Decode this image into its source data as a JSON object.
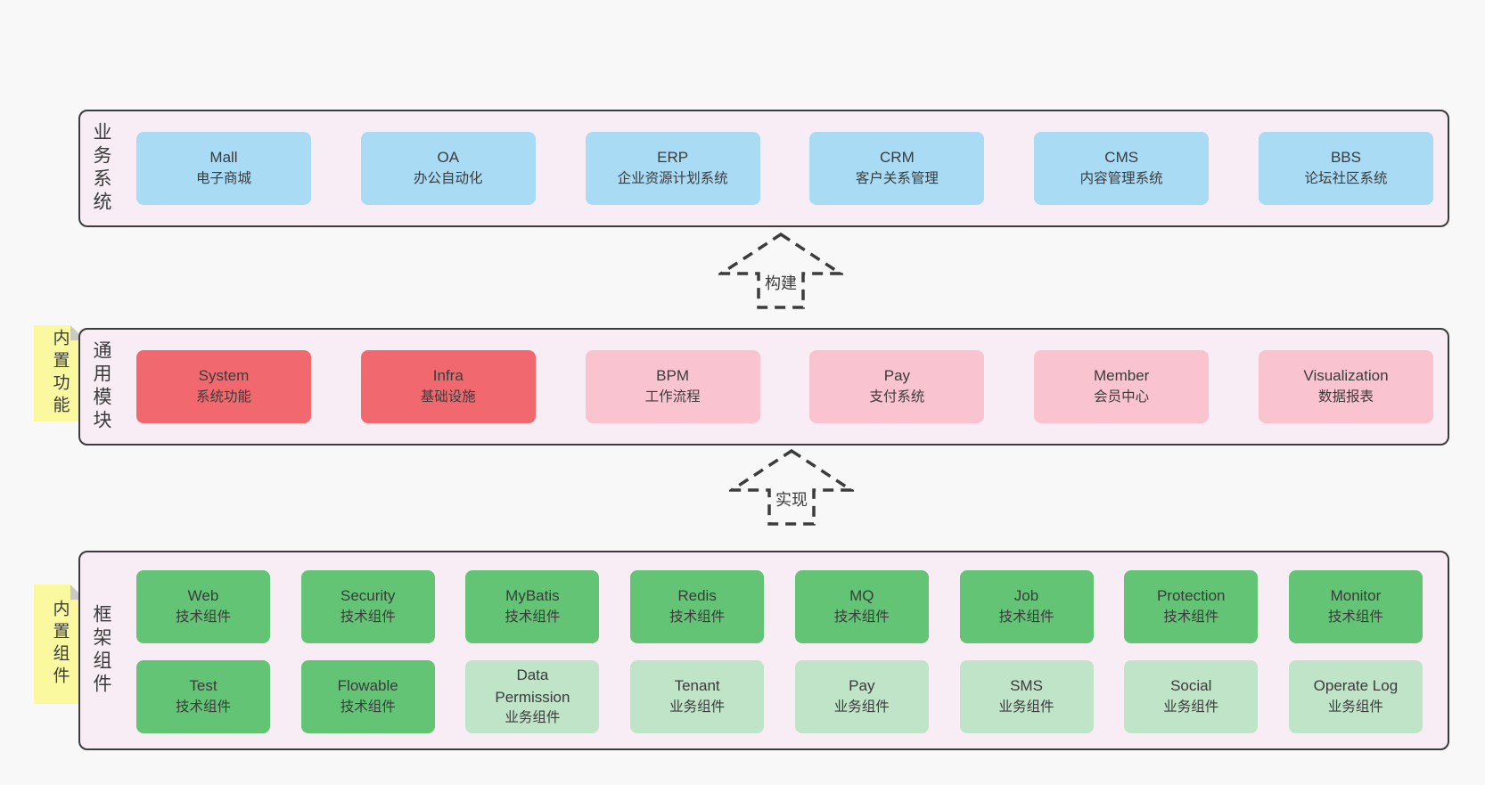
{
  "colors": {
    "page_bg": "#f8f8f8",
    "band_bg": "#f8edf5",
    "band_border": "#3c3c3c",
    "text": "#3b3b3b",
    "blue": "#a9dbf5",
    "red": "#f1696e",
    "pink": "#f9c4cf",
    "green": "#63c476",
    "green_light": "#bfe4c7",
    "note_yellow": "#fbf9a0",
    "note_fold": "#c9c9c9"
  },
  "arrows": [
    {
      "label": "构建"
    },
    {
      "label": "实现"
    }
  ],
  "bands": [
    {
      "label": "业务系统",
      "rows": [
        [
          {
            "lines": [
              "Mall",
              "电子商城"
            ],
            "type": "blue"
          },
          {
            "lines": [
              "OA",
              "办公自动化"
            ],
            "type": "blue"
          },
          {
            "lines": [
              "ERP",
              "企业资源计划系统"
            ],
            "type": "blue"
          },
          {
            "lines": [
              "CRM",
              "客户关系管理"
            ],
            "type": "blue"
          },
          {
            "lines": [
              "CMS",
              "内容管理系统"
            ],
            "type": "blue"
          },
          {
            "lines": [
              "BBS",
              "论坛社区系统"
            ],
            "type": "blue"
          }
        ]
      ]
    },
    {
      "label": "通用模块",
      "note": "内置功能",
      "rows": [
        [
          {
            "lines": [
              "System",
              "系统功能"
            ],
            "type": "red"
          },
          {
            "lines": [
              "Infra",
              "基础设施"
            ],
            "type": "red"
          },
          {
            "lines": [
              "BPM",
              "工作流程"
            ],
            "type": "pink"
          },
          {
            "lines": [
              "Pay",
              "支付系统"
            ],
            "type": "pink"
          },
          {
            "lines": [
              "Member",
              "会员中心"
            ],
            "type": "pink"
          },
          {
            "lines": [
              "Visualization",
              "数据报表"
            ],
            "type": "pink"
          }
        ]
      ]
    },
    {
      "label": "框架组件",
      "note": "内置组件",
      "rows": [
        [
          {
            "lines": [
              "Web",
              "技术组件"
            ],
            "type": "green"
          },
          {
            "lines": [
              "Security",
              "技术组件"
            ],
            "type": "green"
          },
          {
            "lines": [
              "MyBatis",
              "技术组件"
            ],
            "type": "green"
          },
          {
            "lines": [
              "Redis",
              "技术组件"
            ],
            "type": "green"
          },
          {
            "lines": [
              "MQ",
              "技术组件"
            ],
            "type": "green"
          },
          {
            "lines": [
              "Job",
              "技术组件"
            ],
            "type": "green"
          },
          {
            "lines": [
              "Protection",
              "技术组件"
            ],
            "type": "green"
          },
          {
            "lines": [
              "Monitor",
              "技术组件"
            ],
            "type": "green"
          }
        ],
        [
          {
            "lines": [
              "Test",
              "技术组件"
            ],
            "type": "green"
          },
          {
            "lines": [
              "Flowable",
              "技术组件"
            ],
            "type": "green"
          },
          {
            "lines": [
              "Data",
              "Permission",
              "业务组件"
            ],
            "type": "green-light"
          },
          {
            "lines": [
              "Tenant",
              "业务组件"
            ],
            "type": "green-light"
          },
          {
            "lines": [
              "Pay",
              "业务组件"
            ],
            "type": "green-light"
          },
          {
            "lines": [
              "SMS",
              "业务组件"
            ],
            "type": "green-light"
          },
          {
            "lines": [
              "Social",
              "业务组件"
            ],
            "type": "green-light"
          },
          {
            "lines": [
              "Operate Log",
              "业务组件"
            ],
            "type": "green-light"
          }
        ]
      ]
    }
  ]
}
